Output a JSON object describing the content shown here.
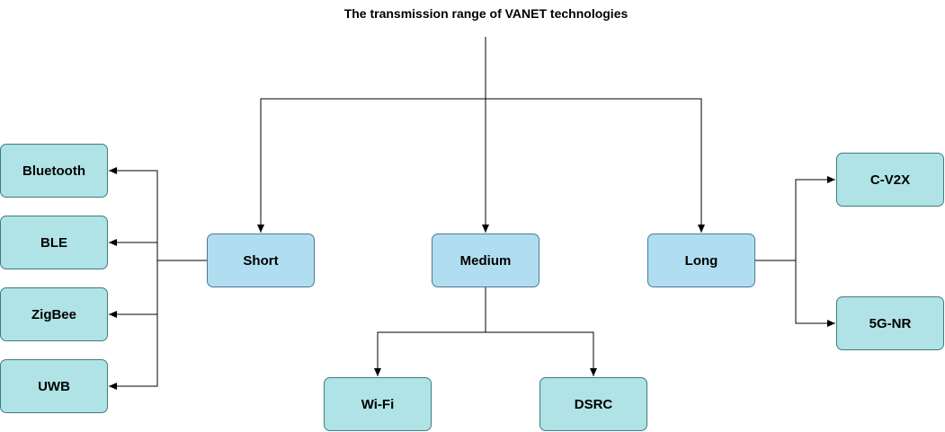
{
  "title": "The transmission range of VANET technologies",
  "categories": {
    "short": "Short",
    "medium": "Medium",
    "long": "Long"
  },
  "technologies": {
    "short": [
      "Bluetooth",
      "BLE",
      "ZigBee",
      "UWB"
    ],
    "medium": [
      "Wi-Fi",
      "DSRC"
    ],
    "long": [
      "C-V2X",
      "5G-NR"
    ]
  },
  "colors": {
    "category_fill": "#b1ddf0",
    "technology_fill": "#b0e3e6",
    "edge": "#000000"
  }
}
